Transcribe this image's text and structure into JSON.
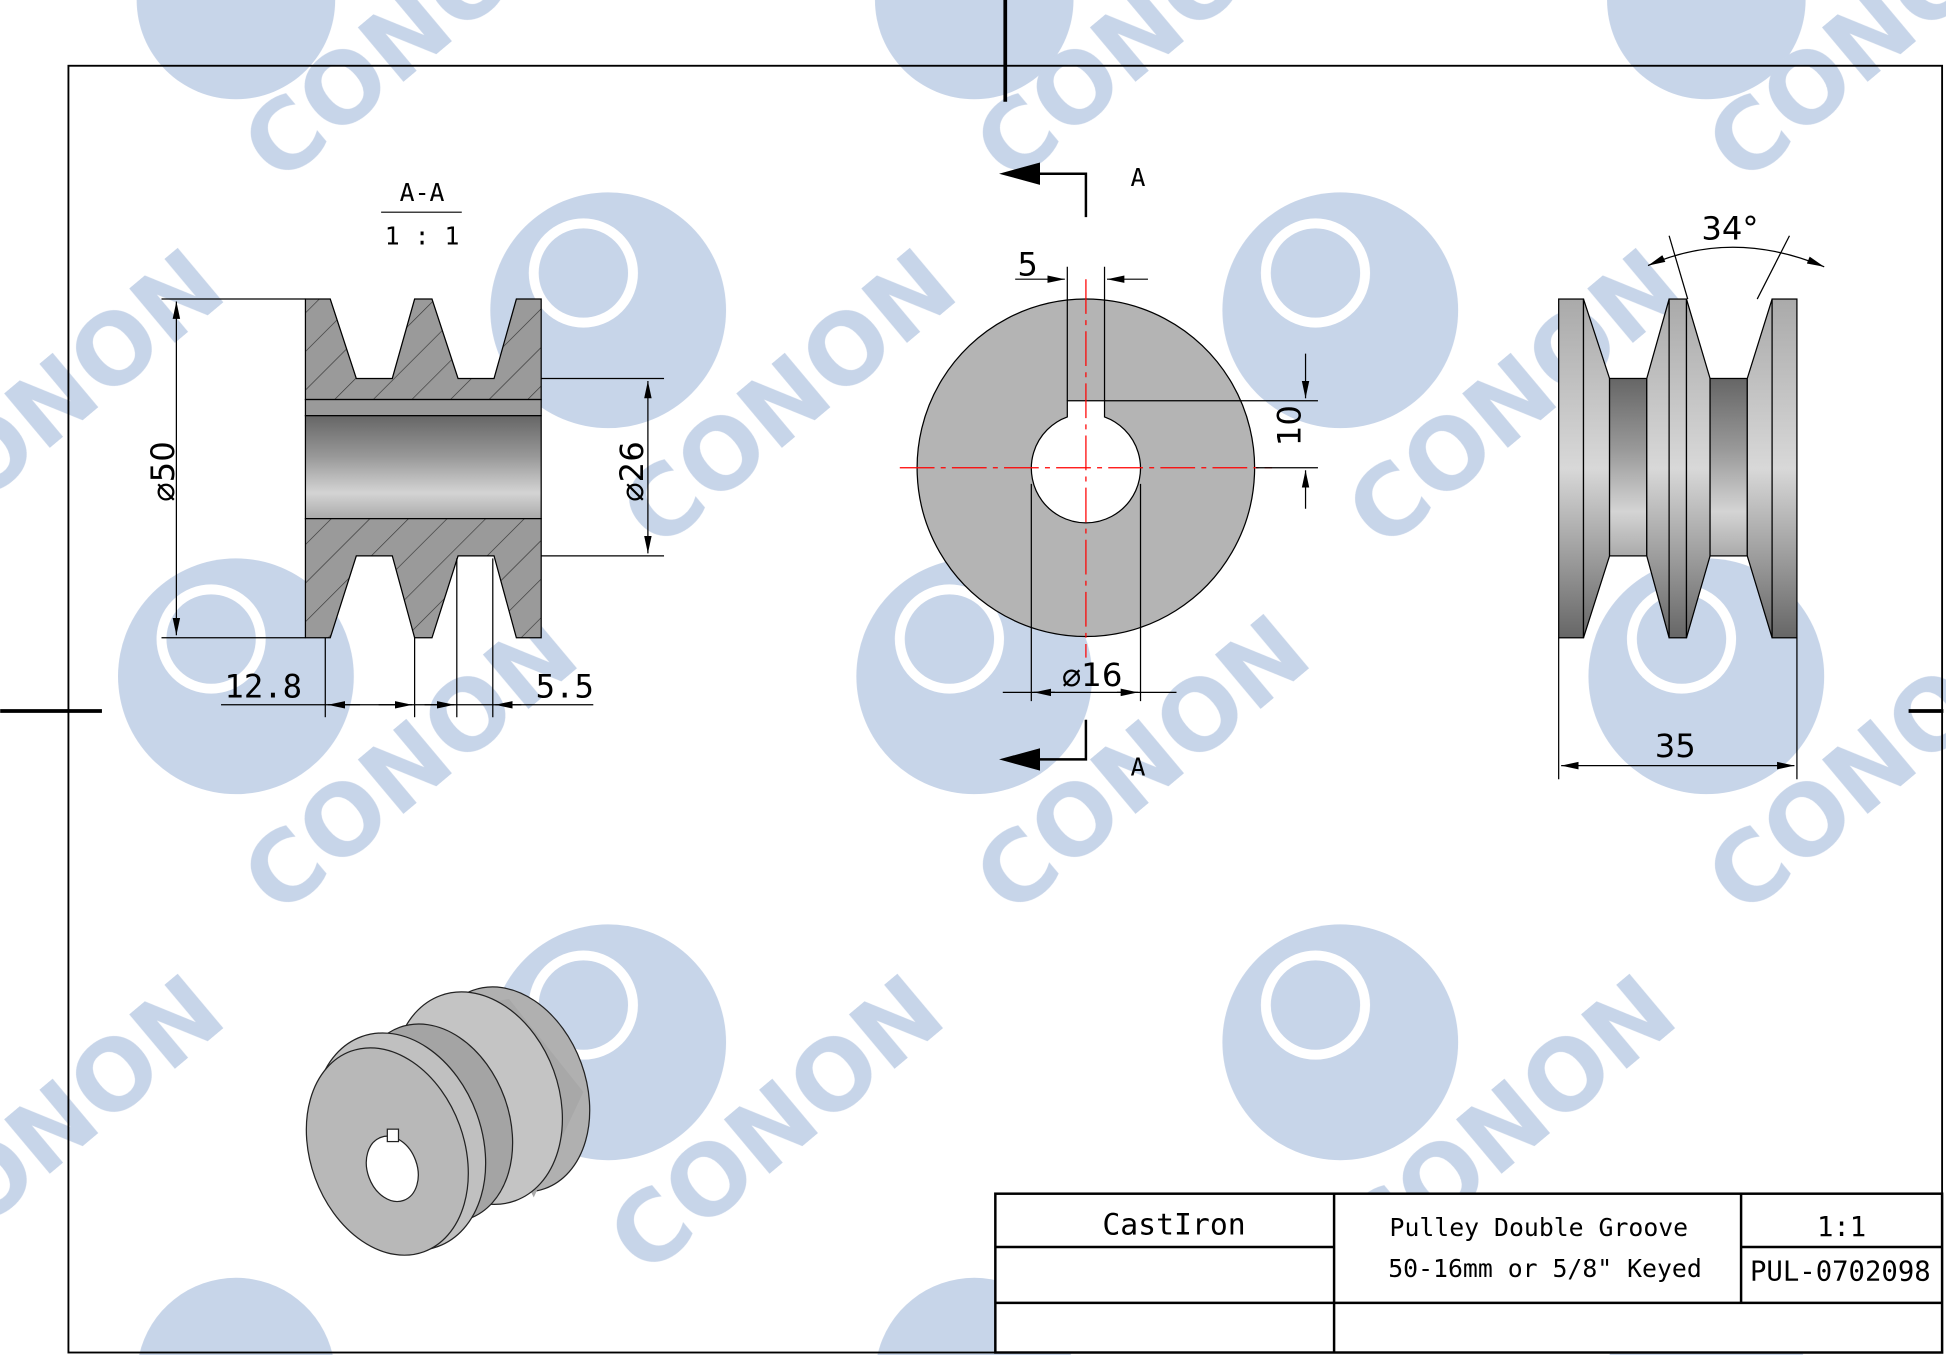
{
  "watermark": {
    "text": "CONON",
    "color": "#c5d3e8"
  },
  "section_view": {
    "label": "A-A",
    "scale": "1 : 1",
    "dims": {
      "outer_dia": "⌀50",
      "hub_dia": "⌀26",
      "offset": "12.8",
      "groove_width": "5.5"
    }
  },
  "front_view": {
    "section_mark": "A",
    "dims": {
      "key_width": "5",
      "key_depth": "10",
      "bore_dia": "⌀16"
    }
  },
  "side_view": {
    "dims": {
      "groove_angle": "34°",
      "width": "35"
    }
  },
  "title_block": {
    "material": "CastIron",
    "description_line1": "Pulley Double Groove",
    "description_line2": "50-16mm or 5/8\" Keyed",
    "scale": "1:1",
    "part_number": "PUL-0702098"
  },
  "colors": {
    "part_fill": "#9a9a9a",
    "centerline": "#ff0000"
  }
}
